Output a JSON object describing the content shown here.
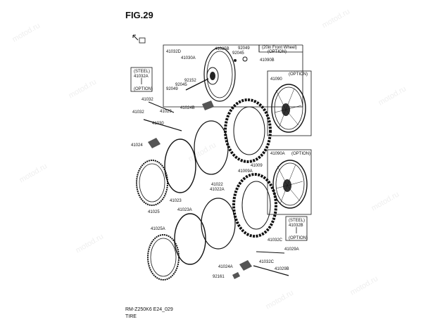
{
  "figure": {
    "title": "FIG.29",
    "model_code": "RM-Z250K6 E24_029",
    "section": "TIRE"
  },
  "watermark": "motod.ru",
  "boxes": {
    "front_20in_title": "(20in Front Wheel)",
    "front_20in_option": "(OPTION)",
    "option_41090": "(OPTION)",
    "option_41090a": "(OPTION)",
    "steel_left_label": "(STEEL)",
    "steel_left_part": "41032A",
    "steel_left_option": "(OPTION)",
    "steel_right_label": "(STEEL)",
    "steel_right_part": "41032B",
    "steel_right_option": "(OPTION)"
  },
  "parts": {
    "p41032D": "41032D",
    "p41025B": "41025B",
    "p92049a": "92049",
    "p92045a": "92045",
    "p41090B": "41090B",
    "p41030A": "41030A",
    "p92152": "92152",
    "p92045b": "92045",
    "p92049b": "92049",
    "p41024B": "41024B",
    "p41090": "41090",
    "p41032a": "41032",
    "p41032b": "41032",
    "p41029": "41029",
    "p41030": "41030",
    "p41024": "41024",
    "p41009": "41009",
    "p41009A": "41009A",
    "p41090A": "41090A",
    "p41022": "41022",
    "p41022A": "41022A",
    "p41023": "41023",
    "p41023A": "41023A",
    "p41025": "41025",
    "p41025A": "41025A",
    "p41032C_a": "41032C",
    "p41029A": "41029A",
    "p41032C_b": "41032C",
    "p41024A": "41024A",
    "p41029B": "41029B",
    "p92161": "92161"
  }
}
